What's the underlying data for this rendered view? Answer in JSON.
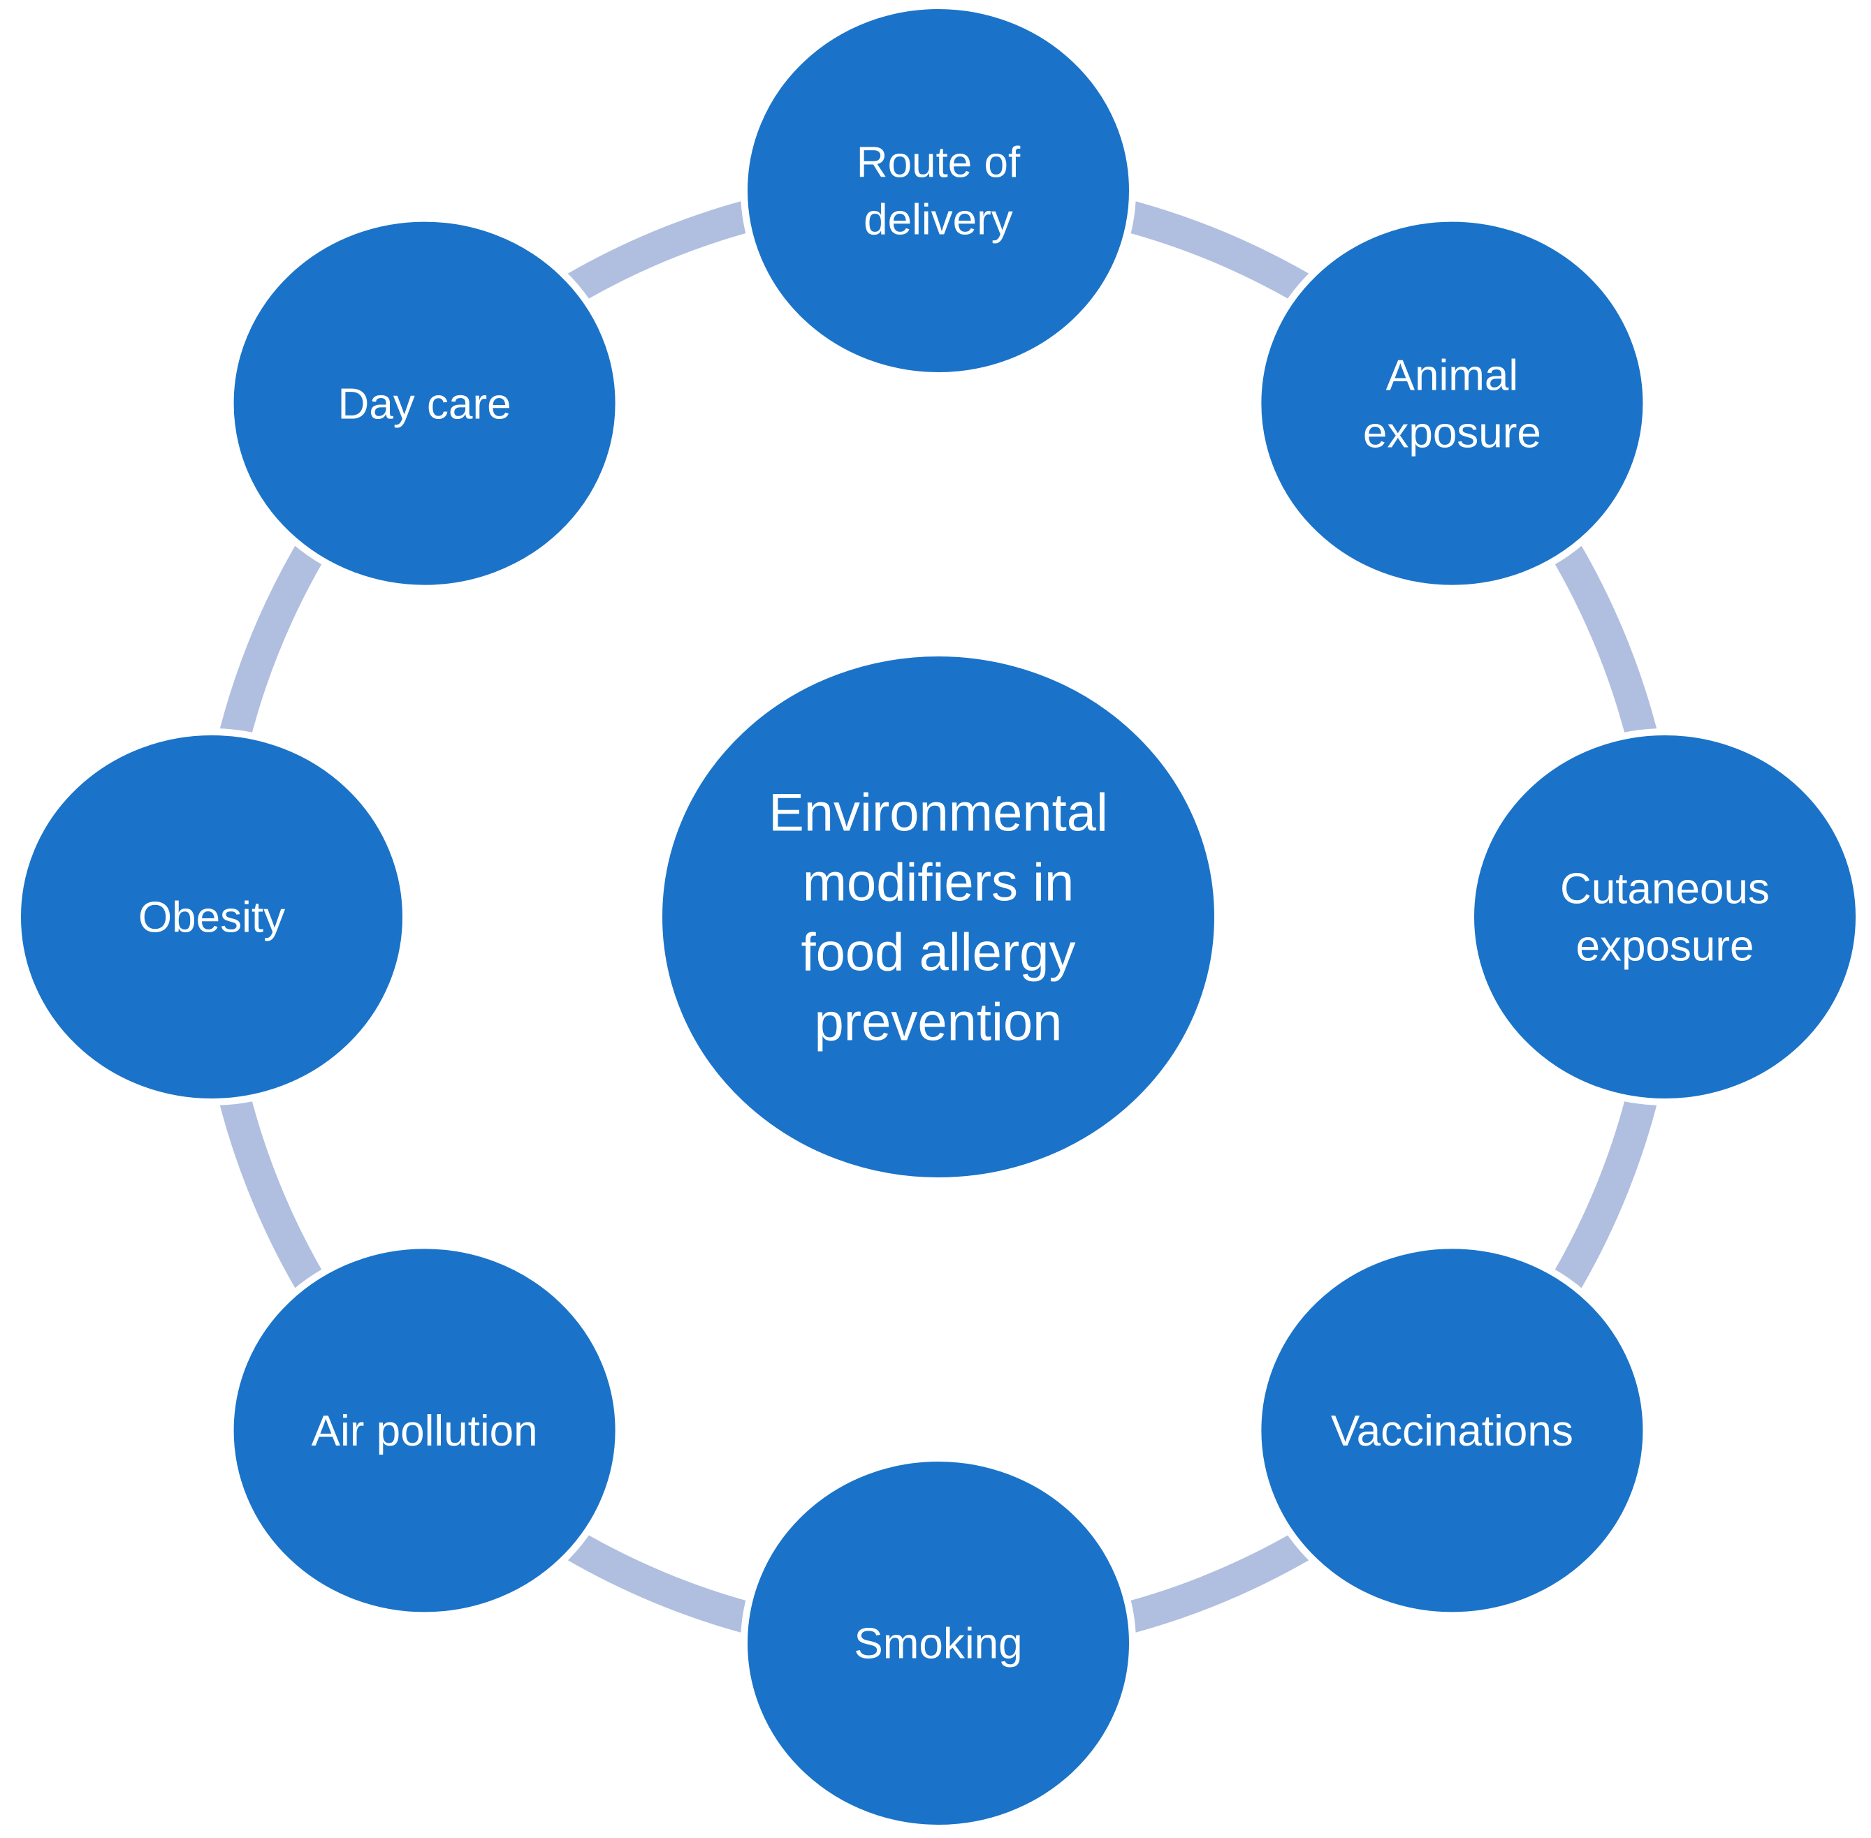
{
  "center": {
    "lines": [
      "Environmental",
      "modifiers in",
      "food allergy",
      "prevention"
    ]
  },
  "nodes": [
    {
      "id": "route-of-delivery",
      "lines": [
        "Route of",
        "delivery"
      ]
    },
    {
      "id": "animal-exposure",
      "lines": [
        "Animal",
        "exposure"
      ]
    },
    {
      "id": "cutaneous-exposure",
      "lines": [
        "Cutaneous",
        "exposure"
      ]
    },
    {
      "id": "vaccinations",
      "lines": [
        "Vaccinations"
      ]
    },
    {
      "id": "smoking",
      "lines": [
        "Smoking"
      ]
    },
    {
      "id": "air-pollution",
      "lines": [
        "Air pollution"
      ]
    },
    {
      "id": "obesity",
      "lines": [
        "Obesity"
      ]
    },
    {
      "id": "day-care",
      "lines": [
        "Day care"
      ]
    }
  ],
  "colors": {
    "node_fill": "#1A73C8",
    "node_stroke": "#ffffff",
    "ring": "#B0BFE0",
    "text": "#ffffff"
  }
}
